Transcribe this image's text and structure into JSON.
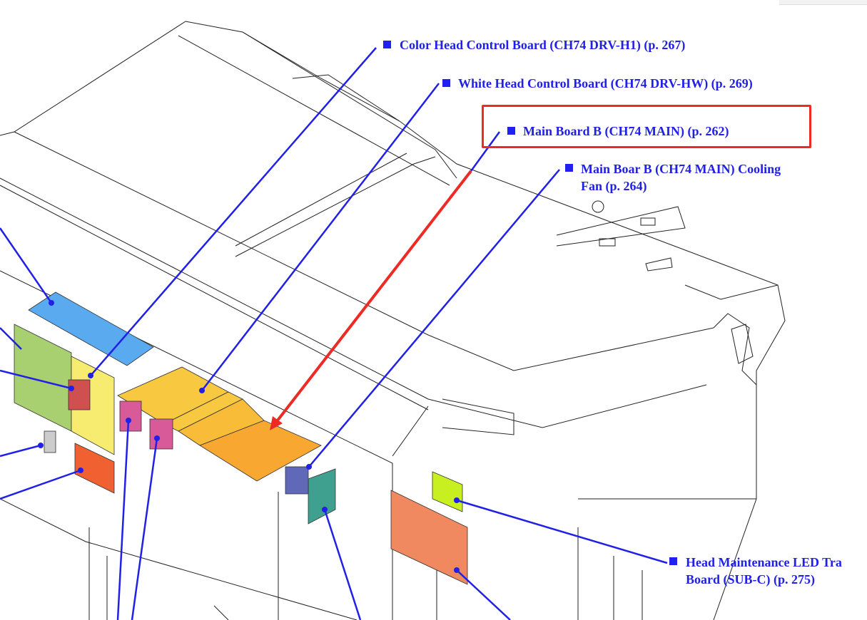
{
  "callouts": [
    {
      "label": "Color Head Control Board (CH74 DRV-H1) (p. 267)"
    },
    {
      "label": "White Head Control Board (CH74 DRV-HW) (p. 269)"
    },
    {
      "label": "Main Board B (CH74 MAIN) (p. 262)",
      "highlighted": true
    },
    {
      "label_line1": "Main Boar B (CH74 MAIN) Cooling",
      "label_line2": "Fan (p. 264)"
    },
    {
      "label_line1": "Head Maintenance LED Tra",
      "label_line2": "Board (SUB-C) (p. 275)"
    }
  ],
  "colors": {
    "leader": "#2020e8",
    "highlight": "#ee2a24"
  }
}
